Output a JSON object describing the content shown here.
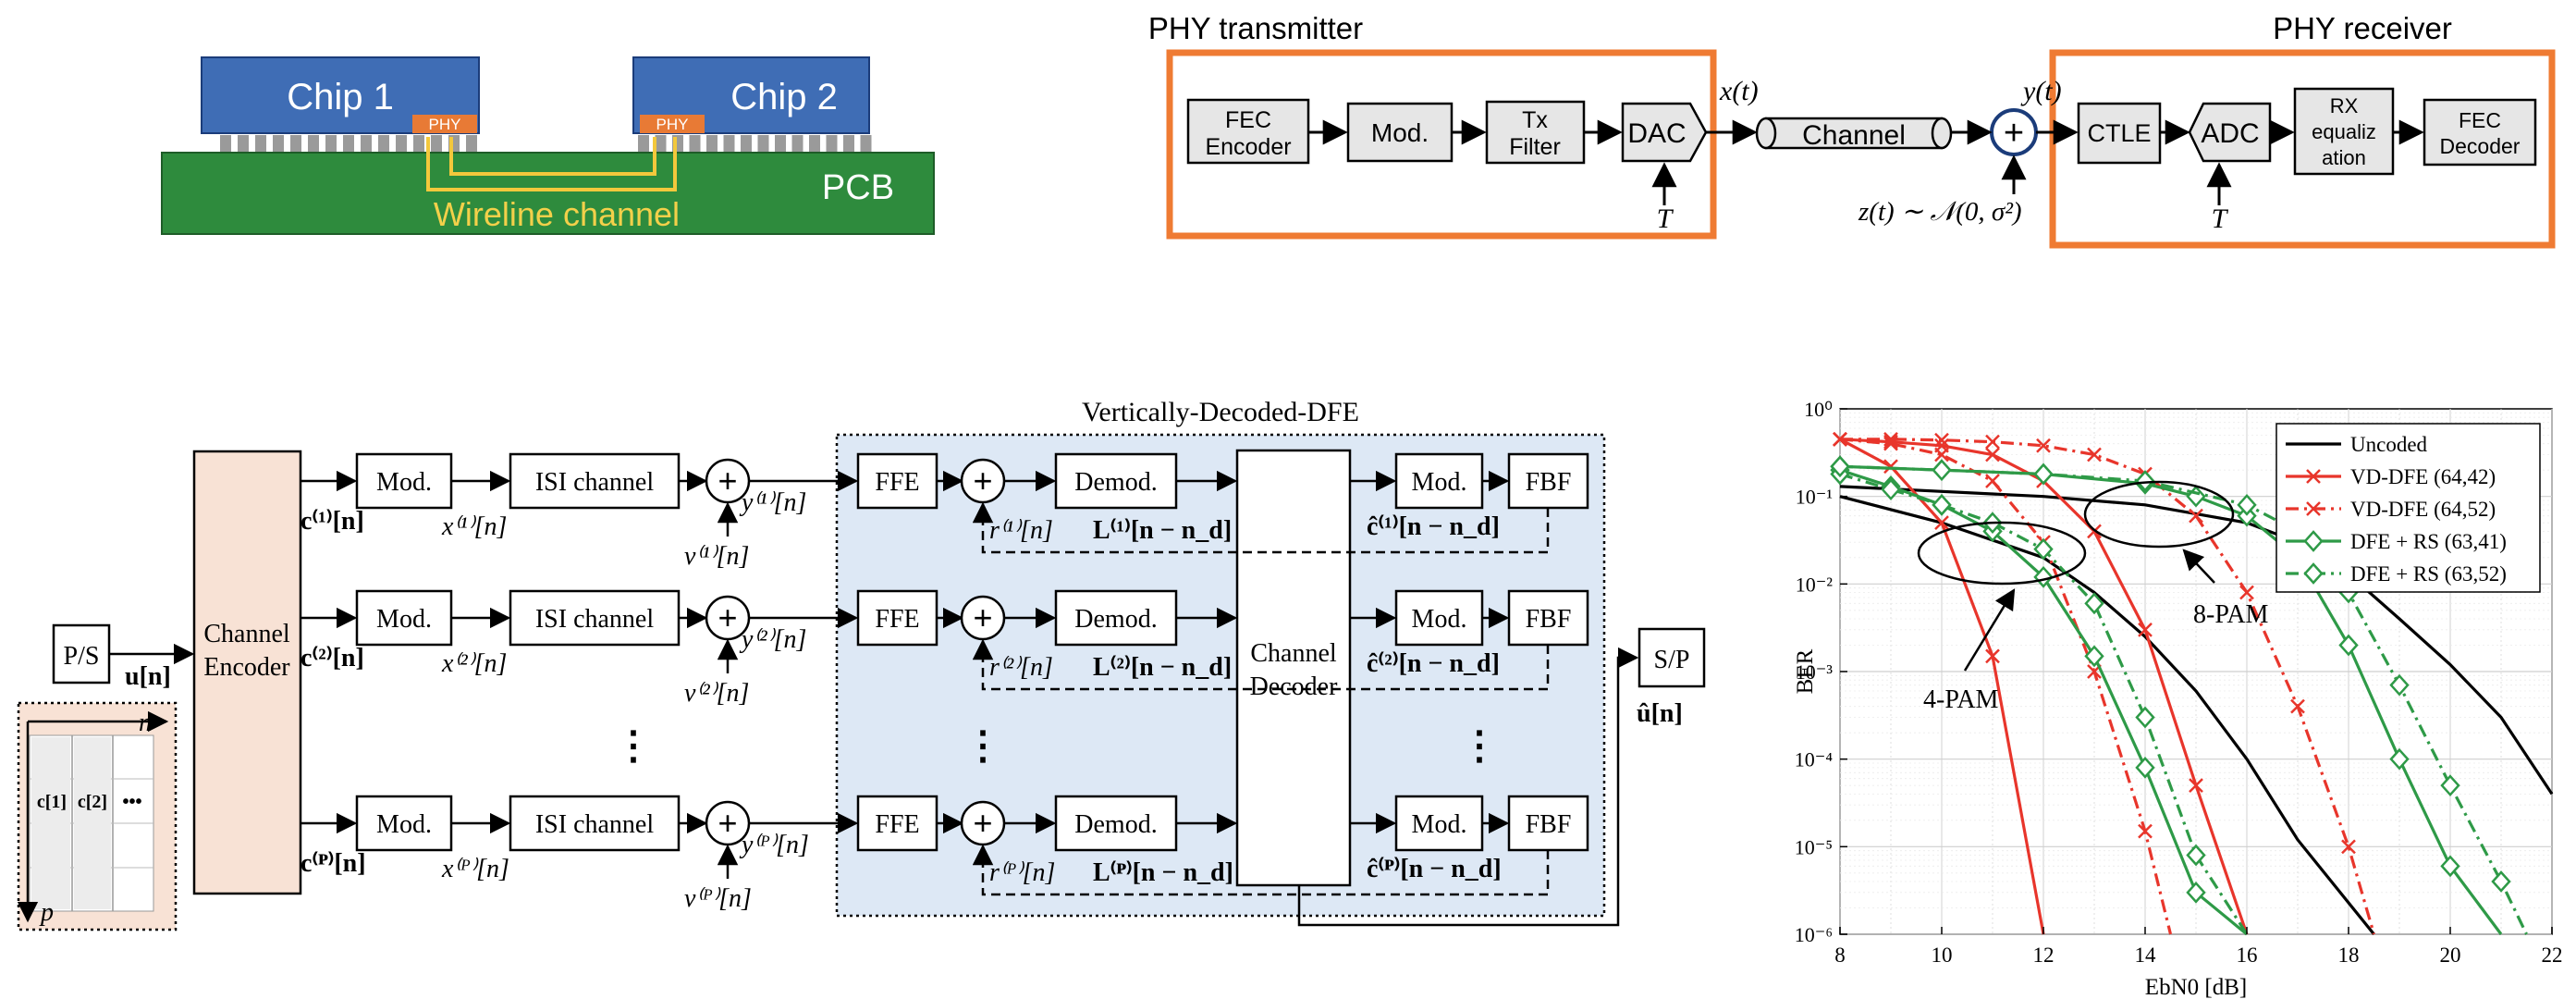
{
  "pcb": {
    "chip1": "Chip 1",
    "chip2": "Chip 2",
    "phy1": "PHY",
    "phy2": "PHY",
    "pcb_label": "PCB",
    "channel_label": "Wireline channel"
  },
  "phy_chain": {
    "tx_title": "PHY transmitter",
    "rx_title": "PHY receiver",
    "fec_enc_1": "FEC",
    "fec_enc_2": "Encoder",
    "mod": "Mod.",
    "txf_1": "Tx",
    "txf_2": "Filter",
    "dac": "DAC",
    "t_dac": "T",
    "xt": "x(t)",
    "channel": "Channel",
    "yt": "y(t)",
    "plus": "+",
    "noise": "z(t) ∼ 𝒩(0, σ²)",
    "ctle": "CTLE",
    "adc": "ADC",
    "t_adc": "T",
    "rxeq_1": "RX",
    "rxeq_2": "equaliz",
    "rxeq_3": "ation",
    "fec_dec_1": "FEC",
    "fec_dec_2": "Decoder"
  },
  "vd": {
    "title": "Vertically-Decoded-DFE",
    "ps": "P/S",
    "sp": "S/P",
    "u": "u[n]",
    "uhat": "û[n]",
    "enc_1": "Channel",
    "enc_2": "Encoder",
    "dec_1": "Channel",
    "dec_2": "Decoder",
    "mod": "Mod.",
    "isi": "ISI channel",
    "ffe": "FFE",
    "demod": "Demod.",
    "fbf": "FBF",
    "matrix_n": "n",
    "matrix_p": "p",
    "matrix_c1": "c[1]",
    "matrix_c2": "c[2]",
    "matrix_dots": "•••",
    "rows": [
      {
        "c": "c⁽¹⁾[n]",
        "x": "x⁽¹⁾[n]",
        "v": "v⁽¹⁾[n]",
        "y": "y⁽¹⁾[n]",
        "r": "r⁽¹⁾[n]",
        "L": "L⁽¹⁾[n − n_d]",
        "chat": "ĉ⁽¹⁾[n − n_d]"
      },
      {
        "c": "c⁽²⁾[n]",
        "x": "x⁽²⁾[n]",
        "v": "v⁽²⁾[n]",
        "y": "y⁽²⁾[n]",
        "r": "r⁽²⁾[n]",
        "L": "L⁽²⁾[n − n_d]",
        "chat": "ĉ⁽²⁾[n − n_d]"
      },
      {
        "c": "c⁽ᴾ⁾[n]",
        "x": "x⁽ᴾ⁾[n]",
        "v": "v⁽ᴾ⁾[n]",
        "y": "y⁽ᴾ⁾[n]",
        "r": "r⁽ᴾ⁾[n]",
        "L": "L⁽ᴾ⁾[n − n_d]",
        "chat": "ĉ⁽ᴾ⁾[n − n_d]"
      }
    ],
    "vdots": "⋮"
  },
  "chart_data": {
    "type": "line",
    "xlabel": "EbN0 [dB]",
    "ylabel": "BER",
    "xlim": [
      8,
      22
    ],
    "ylim_log10": [
      -6,
      0
    ],
    "log_y": true,
    "grid": true,
    "legend_position": "top-right",
    "x_ticks": [
      "8",
      "10",
      "12",
      "14",
      "16",
      "18",
      "20",
      "22"
    ],
    "y_ticks": [
      "10⁰",
      "10⁻¹",
      "10⁻²",
      "10⁻³",
      "10⁻⁴",
      "10⁻⁵",
      "10⁻⁶"
    ],
    "annotations": [
      "4-PAM",
      "8-PAM"
    ],
    "series": [
      {
        "name": "Uncoded",
        "color": "#000000",
        "style": "solid",
        "marker": "none",
        "x": [
          8,
          10,
          12,
          13,
          14,
          15,
          16,
          17,
          18.5
        ],
        "y": [
          0.1,
          0.05,
          0.02,
          0.008,
          0.0025,
          0.0006,
          0.0001,
          1.2e-05,
          1e-06
        ]
      },
      {
        "name": "Uncoded",
        "color": "#000000",
        "style": "solid",
        "marker": "none",
        "legend": false,
        "x": [
          8,
          12,
          14,
          16,
          17,
          18,
          19,
          20,
          21,
          22
        ],
        "y": [
          0.13,
          0.1,
          0.08,
          0.05,
          0.03,
          0.013,
          0.004,
          0.0012,
          0.0003,
          4e-05
        ]
      },
      {
        "name": "VD-DFE (64,42)",
        "color": "#e8352b",
        "style": "solid",
        "marker": "x",
        "x": [
          8,
          9,
          10,
          11,
          12
        ],
        "y": [
          0.45,
          0.22,
          0.05,
          0.0015,
          1e-06
        ]
      },
      {
        "name": "VD-DFE (64,42)",
        "color": "#e8352b",
        "style": "solid",
        "marker": "x",
        "legend": false,
        "x": [
          8,
          9,
          10,
          11,
          12,
          13,
          14,
          15,
          16
        ],
        "y": [
          0.45,
          0.42,
          0.38,
          0.3,
          0.15,
          0.04,
          0.003,
          5e-05,
          1e-06
        ]
      },
      {
        "name": "VD-DFE (64,52)",
        "color": "#e8352b",
        "style": "dashdot",
        "marker": "x",
        "x": [
          8,
          9,
          10,
          11,
          12,
          13,
          14,
          14.5
        ],
        "y": [
          0.45,
          0.4,
          0.3,
          0.15,
          0.03,
          0.001,
          1.5e-05,
          1e-06
        ]
      },
      {
        "name": "VD-DFE (64,52)",
        "color": "#e8352b",
        "style": "dashdot",
        "marker": "x",
        "legend": false,
        "x": [
          8,
          9,
          10,
          11,
          12,
          13,
          14,
          15,
          16,
          17,
          18,
          18.5
        ],
        "y": [
          0.45,
          0.45,
          0.44,
          0.42,
          0.38,
          0.3,
          0.18,
          0.06,
          0.008,
          0.0004,
          1e-05,
          1e-06
        ]
      },
      {
        "name": "DFE + RS (63,41)",
        "color": "#2e9a47",
        "style": "solid",
        "marker": "diamond",
        "x": [
          8,
          9,
          10,
          11,
          12,
          13,
          14,
          15,
          16
        ],
        "y": [
          0.2,
          0.13,
          0.08,
          0.04,
          0.012,
          0.0015,
          8e-05,
          3e-06,
          1e-06
        ]
      },
      {
        "name": "DFE + RS (63,41)",
        "color": "#2e9a47",
        "style": "solid",
        "marker": "diamond",
        "legend": false,
        "x": [
          8,
          10,
          12,
          14,
          15,
          16,
          17,
          18,
          19,
          20,
          21
        ],
        "y": [
          0.22,
          0.2,
          0.18,
          0.14,
          0.1,
          0.06,
          0.02,
          0.002,
          0.0001,
          6e-06,
          1e-06
        ]
      },
      {
        "name": "DFE + RS (63,52)",
        "color": "#2e9a47",
        "style": "dashdot",
        "marker": "diamond",
        "x": [
          8,
          9,
          10,
          11,
          12,
          13,
          14,
          15,
          16
        ],
        "y": [
          0.18,
          0.12,
          0.08,
          0.05,
          0.025,
          0.006,
          0.0003,
          8e-06,
          1e-06
        ]
      },
      {
        "name": "DFE + RS (63,52)",
        "color": "#2e9a47",
        "style": "dashdot",
        "marker": "diamond",
        "legend": false,
        "x": [
          8,
          10,
          12,
          14,
          16,
          17,
          18,
          19,
          20,
          21,
          21.5
        ],
        "y": [
          0.22,
          0.2,
          0.18,
          0.15,
          0.08,
          0.04,
          0.008,
          0.0007,
          5e-05,
          4e-06,
          1e-06
        ]
      }
    ]
  }
}
